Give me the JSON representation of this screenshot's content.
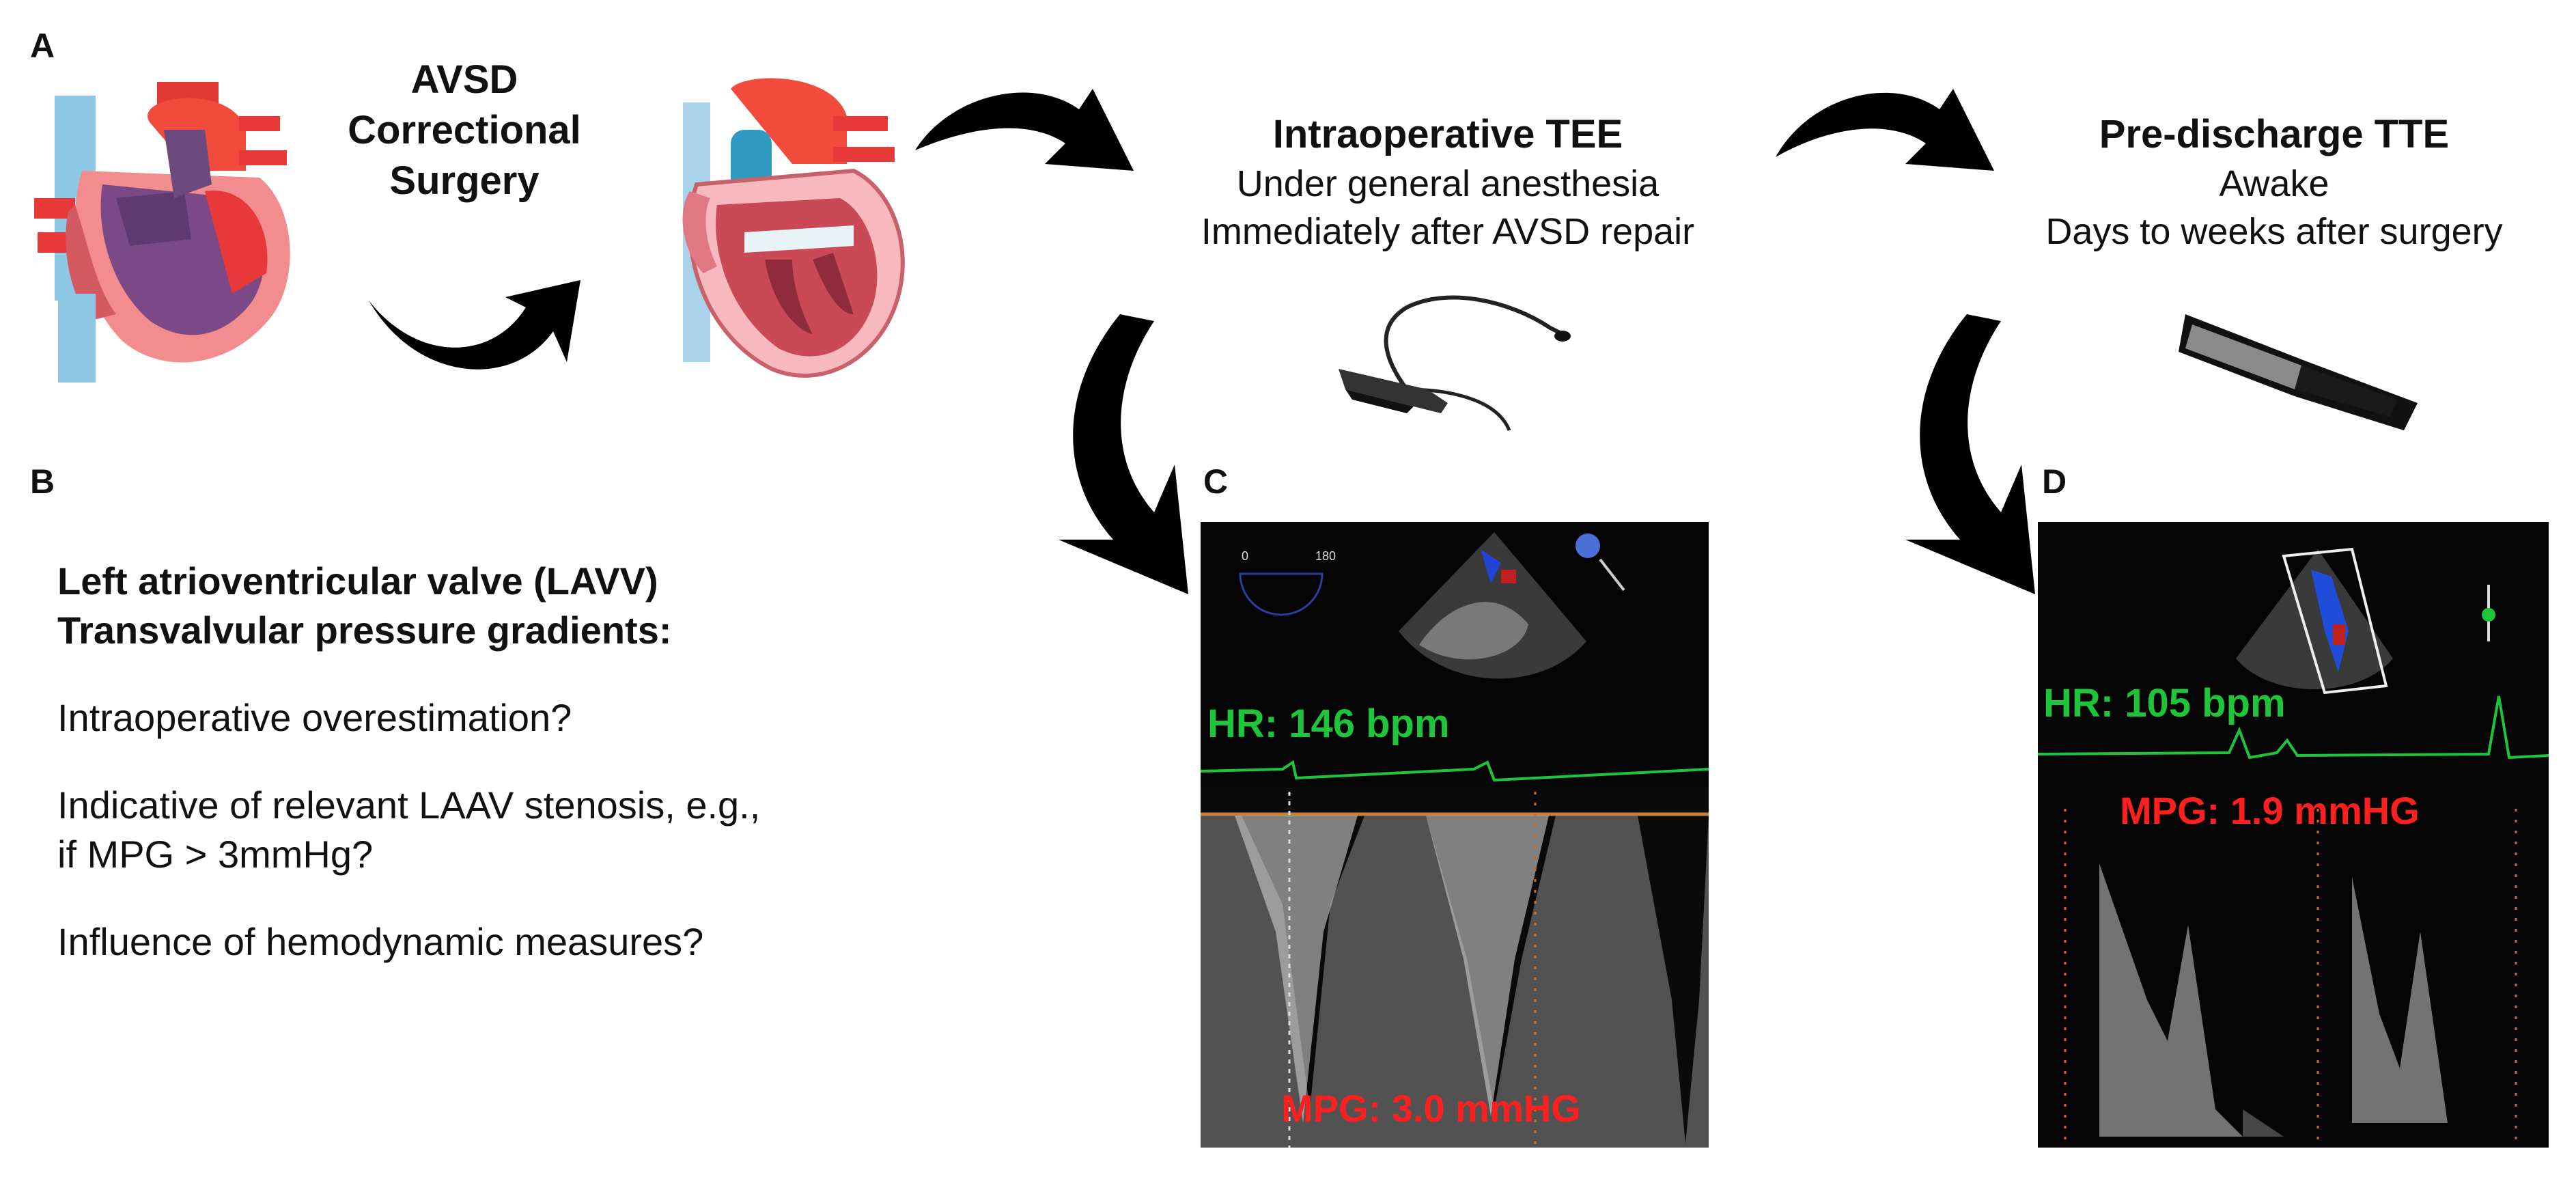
{
  "panel_labels": {
    "a": "A",
    "b": "B",
    "c": "C",
    "d": "D"
  },
  "surgery_label": [
    "AVSD",
    "Correctional",
    "Surgery"
  ],
  "tee": {
    "title": "Intraoperative TEE",
    "line1": "Under general anesthesia",
    "line2": "Immediately after AVSD repair",
    "probe_icon": "tee-probe-icon"
  },
  "tte": {
    "title": "Pre-discharge TTE",
    "line1": "Awake",
    "line2": "Days to weeks after surgery",
    "probe_icon": "tte-probe-icon"
  },
  "questions": {
    "heading_line1": "Left atrioventricular valve (LAVV)",
    "heading_line2": "Transvalvular pressure gradients:",
    "q1": "Intraoperative overestimation?",
    "q2_line1": "Indicative of relevant LAAV stenosis, e.g.,",
    "q2_line2": "if MPG > 3mmHg?",
    "q3": "Influence of hemodynamic measures?"
  },
  "echo_c": {
    "hr": "HR: 146 bpm",
    "mpg": "MPG: 3.0 mmHG",
    "angle_min": "0",
    "angle_max": "180"
  },
  "echo_d": {
    "hr": "HR: 105 bpm",
    "mpg": "MPG: 1.9 mmHG"
  },
  "colors": {
    "arrow": "#000000",
    "hr_text": "#1ec43a",
    "mpg_text": "#ff1f1f"
  },
  "icons": [
    "heart-before-icon",
    "heart-after-icon",
    "tee-probe-icon",
    "tte-probe-icon"
  ]
}
